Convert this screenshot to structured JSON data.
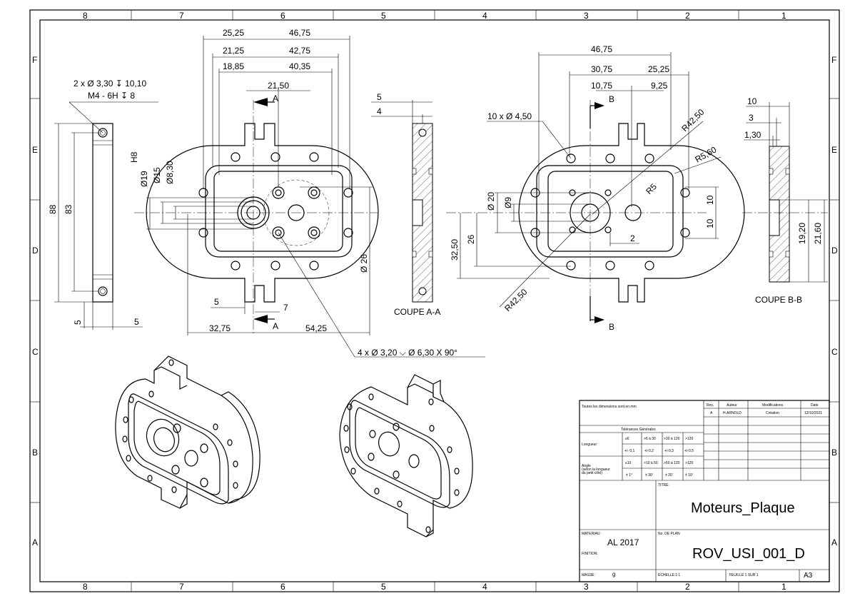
{
  "border": {
    "columns": [
      "8",
      "7",
      "6",
      "5",
      "4",
      "3",
      "2",
      "1"
    ],
    "rows": [
      "F",
      "E",
      "D",
      "C",
      "B",
      "A"
    ]
  },
  "side_view": {
    "callout_line1": "2 x Ø 3,30 ↧ 10,10",
    "callout_line2": "M4 - 6H ↧ 8",
    "dim_88": "88",
    "dim_83": "83",
    "dim_5_a": "5",
    "dim_5_b": "5"
  },
  "front_view": {
    "dim_25_25": "25,25",
    "dim_46_75": "46,75",
    "dim_21_25": "21,25",
    "dim_42_75": "42,75",
    "dim_18_85": "18,85",
    "dim_40_35": "40,35",
    "dim_21_50": "21,50",
    "h8": "H8",
    "d19": "Ø19",
    "d15": "Ø15",
    "d8_30": "Ø8,30",
    "d26": "Ø 26",
    "dim_5": "5",
    "dim_7": "7",
    "dim_32_75": "32,75",
    "dim_54_25": "54,25",
    "section_a_top": "A",
    "section_a_bottom": "A",
    "callout_chamfer": "4 x Ø 3,20 ⌵ Ø 6,30 X 90°"
  },
  "section_aa": {
    "dim_5": "5",
    "dim_4": "4",
    "label": "COUPE A-A"
  },
  "back_view": {
    "dim_46_75": "46,75",
    "dim_30_75": "30,75",
    "dim_25_25": "25,25",
    "dim_10_75": "10,75",
    "dim_9_25": "9,25",
    "section_b_top": "B",
    "section_b_bottom": "B",
    "callout_holes": "10 x Ø 4,50",
    "r42_50_a": "R42,50",
    "r5_60": "R5,60",
    "r5": "R5",
    "r42_50_b": "R42,50",
    "d20": "Ø 20",
    "d9": "Ø9",
    "dim_32_50": "32,50",
    "dim_26": "26",
    "dim_10_a": "10",
    "dim_10_b": "10",
    "dim_2": "2"
  },
  "section_bb": {
    "dim_10": "10",
    "dim_3": "3",
    "dim_1_30": "1,30",
    "dim_19_20": "19,20",
    "dim_21_60": "21,60",
    "label": "COUPE B-B"
  },
  "title_block": {
    "units_note": "Toutes les dimensions sont en mm",
    "rev_header": "Rev.",
    "author_header": "Auteur",
    "mods_header": "Modifications",
    "date_header": "Date",
    "rev_value": "A",
    "author_value": "H.ARNOLD",
    "mod_value": "Création",
    "date_value": "12/10/2021",
    "tolerances_title": "Tolérances Générales",
    "length_label": "Longueur",
    "len_h1": "≤6",
    "len_h2": ">6 à 30",
    "len_h3": ">30 à 120",
    "len_h4": ">120",
    "len_v1": "+/- 0,1",
    "len_v2": "+/-0,2",
    "len_v3": "+/-0,3",
    "len_v4": "+/-0,5",
    "angle_label1": "Angle",
    "angle_label2": "(selon la longueur",
    "angle_label3": "du petit côté)",
    "ang_h1": "≤10",
    "ang_h2": ">10 à 50",
    "ang_h3": ">50 à 120",
    "ang_h4": ">120",
    "ang_v1": "± 1°",
    "ang_v2": "± 30'",
    "ang_v3": "± 20'",
    "ang_v4": "± 10'",
    "title_label": "TITRE:",
    "title_value": "Moteurs_Plaque",
    "material_label": "MATERIAU:",
    "material_value": "AL 2017",
    "finish_label": "FINITION:",
    "plan_label": "No. DE PLAN",
    "plan_value": "ROV_USI_001_D",
    "mass_label": "MASSE:",
    "mass_value": "g",
    "scale_label": "ECHELLE:1:1",
    "sheet_label": "FEUILLE 1 SUR 1",
    "format_value": "A3"
  }
}
